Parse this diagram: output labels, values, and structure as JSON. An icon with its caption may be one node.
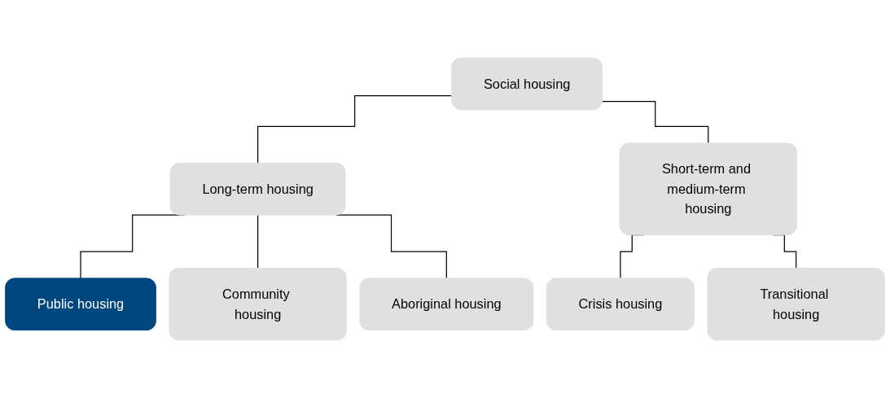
{
  "diagram": {
    "nodes": [
      {
        "text": [
          "Social housing"
        ]
      },
      {
        "text": [
          "Long-term housing"
        ]
      },
      {
        "text": [
          "Short-term and medium-term housing"
        ]
      },
      {
        "text": [
          "Public housing"
        ]
      },
      {
        "text": [
          "Community housing"
        ]
      },
      {
        "text": [
          "Aboriginal housing"
        ]
      },
      {
        "text": [
          "Crisis housing"
        ]
      },
      {
        "text": [
          "Transitional housing"
        ]
      }
    ],
    "edges": [
      {
        "from": 0,
        "to": 1,
        "arrow": "none"
      },
      {
        "from": 0,
        "to": 2,
        "arrow": "none"
      },
      {
        "from": 1,
        "to": 3,
        "arrow": "none"
      },
      {
        "from": 1,
        "to": 4,
        "arrow": "none"
      },
      {
        "from": 1,
        "to": 5,
        "arrow": "none"
      },
      {
        "from": 2,
        "to": 6,
        "arrow": "none"
      },
      {
        "from": 2,
        "to": 7,
        "arrow": "none"
      }
    ]
  }
}
